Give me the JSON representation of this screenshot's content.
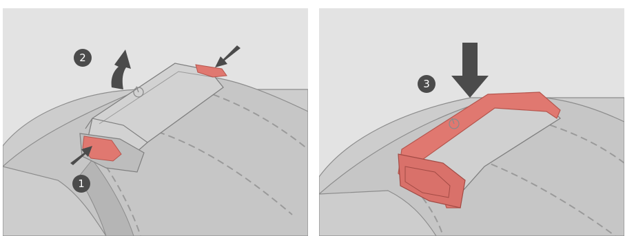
{
  "steps": [
    {
      "number": "1",
      "action": "press-side-latch"
    },
    {
      "number": "2",
      "action": "lift-module"
    },
    {
      "number": "3",
      "action": "press-down-to-attach"
    }
  ],
  "colors": {
    "background": "#e3e3e3",
    "band": "#c8c8c8",
    "band_shadow": "#a9a9a9",
    "outline": "#8c8c8c",
    "module": "#cfcfcf",
    "latch_highlight": "#e07870",
    "arrow": "#4b4b4b",
    "badge": "#4b4b4b"
  },
  "icons": [
    "power-icon",
    "arrow-up-curved-icon",
    "arrow-down-icon",
    "arrow-press-icon"
  ]
}
